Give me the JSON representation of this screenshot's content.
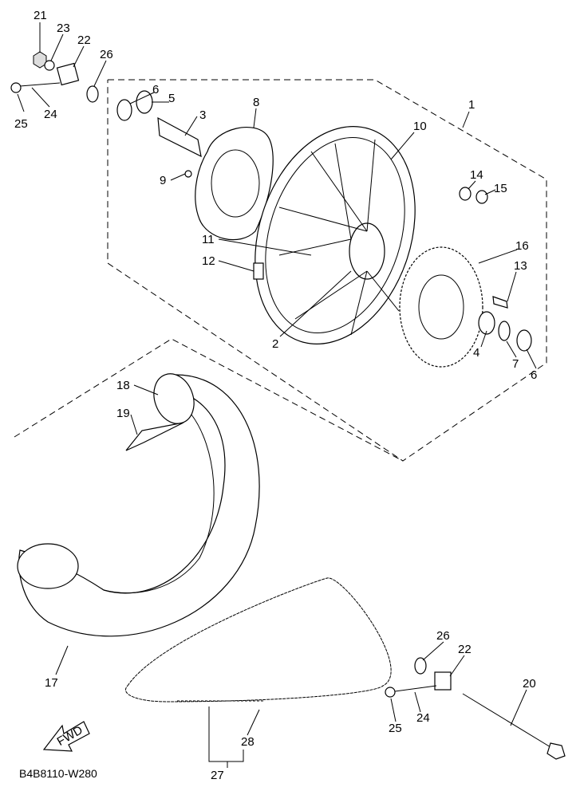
{
  "diagram": {
    "code": "B4B8110-W280",
    "direction_label": "FWD",
    "callouts": [
      "21",
      "23",
      "22",
      "26",
      "6",
      "5",
      "3",
      "8",
      "10",
      "1",
      "9",
      "14",
      "15",
      "16",
      "11",
      "12",
      "13",
      "2",
      "4",
      "7",
      "6",
      "18",
      "19",
      "17",
      "26",
      "22",
      "20",
      "25",
      "24",
      "25",
      "24",
      "28",
      "27"
    ]
  }
}
